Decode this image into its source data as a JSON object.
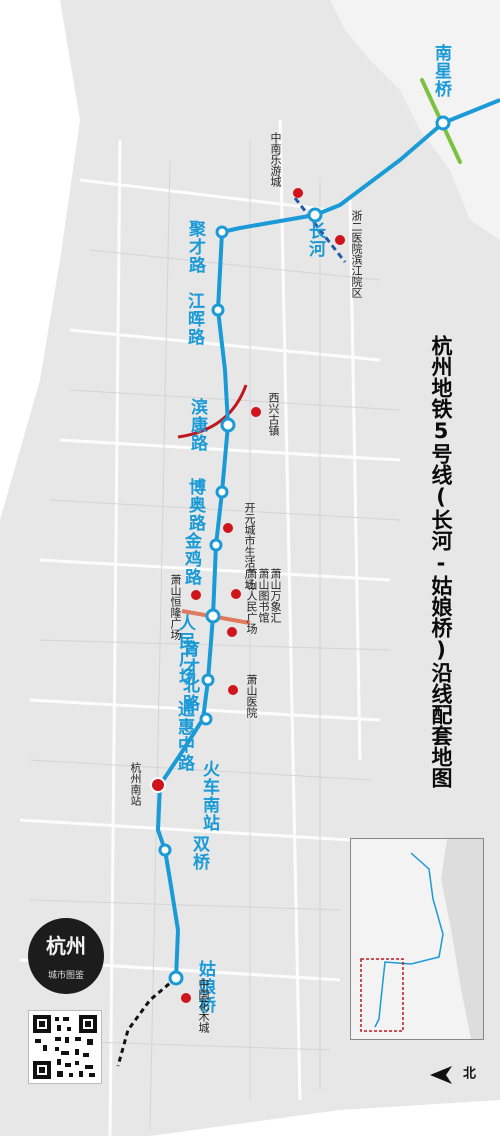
{
  "title": "杭州地铁5号线(长河-姑娘桥)沿线配套地图",
  "north_label": "北",
  "badge": {
    "main": "杭州",
    "sub": "城市图鉴"
  },
  "colors": {
    "line5": "#1a9ad6",
    "poi_marker": "#d0141b",
    "transfer_green": "#7cc242",
    "transfer_red": "#c0171f",
    "transfer_orange": "#e07a5f",
    "transfer_dash": "#1f5aa8",
    "extension_dash": "#111111",
    "map_bg": "#e6e6e6"
  },
  "stations": [
    {
      "name": "南星桥"
    },
    {
      "name": "长河"
    },
    {
      "name": "聚才路"
    },
    {
      "name": "江晖路"
    },
    {
      "name": "滨康路"
    },
    {
      "name": "博奥路"
    },
    {
      "name": "金鸡路"
    },
    {
      "name": "人民广场"
    },
    {
      "name": "育才北路"
    },
    {
      "name": "通惠中路"
    },
    {
      "name": "火车南站"
    },
    {
      "name": "双桥"
    },
    {
      "name": "姑娘桥"
    }
  ],
  "pois": [
    {
      "name": "中南乐游城"
    },
    {
      "name": "浙二医院滨江院区"
    },
    {
      "name": "西兴古镇"
    },
    {
      "name": "开元城市生活广场"
    },
    {
      "name": "萧山恒隆广场"
    },
    {
      "name": "萧山人民广场"
    },
    {
      "name": "萧山图书馆"
    },
    {
      "name": "萧山万象汇"
    },
    {
      "name": "萧山医院"
    },
    {
      "name": "杭州南站"
    },
    {
      "name": "中国花木城"
    }
  ]
}
